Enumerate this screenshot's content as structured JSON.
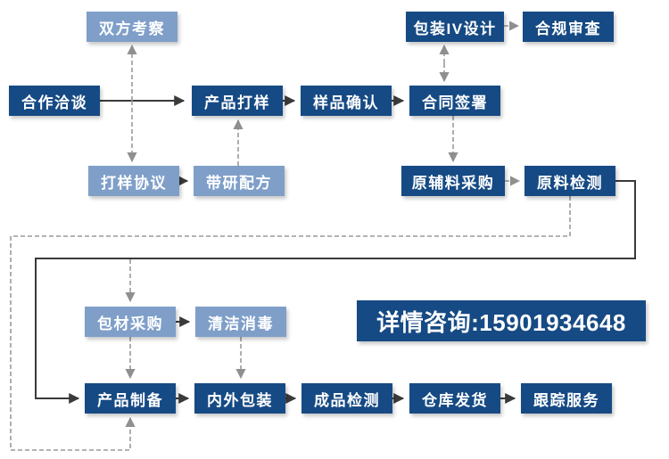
{
  "labels": {
    "mutual_inspection": "双方考察",
    "packaging_design": "包装IV设计",
    "compliance_review": "合规审查",
    "cooperation_negotiation": "合作洽谈",
    "product_sampling": "产品打样",
    "sample_confirmation": "样品确认",
    "contract_signing": "合同签署",
    "sampling_agreement": "打样协议",
    "formula_development": "带研配方",
    "raw_material_purchase": "原辅料采购",
    "raw_material_testing": "原料检测",
    "packaging_material_purchase": "包材采购",
    "cleaning_disinfection": "清洁消毒",
    "product_preparation": "产品制备",
    "inner_outer_packaging": "内外包装",
    "finished_product_testing": "成品检测",
    "warehouse_shipping": "仓库发货",
    "tracking_service": "跟踪服务",
    "contact_banner": "详情咨询:15901934648"
  },
  "colors": {
    "dark_blue": "#164a84",
    "light_blue": "#7f9fc9",
    "solid_arrow": "#3a3a3a",
    "dashed_arrow": "#9a9a9a",
    "text": "#ffffff",
    "background": "#ffffff"
  }
}
